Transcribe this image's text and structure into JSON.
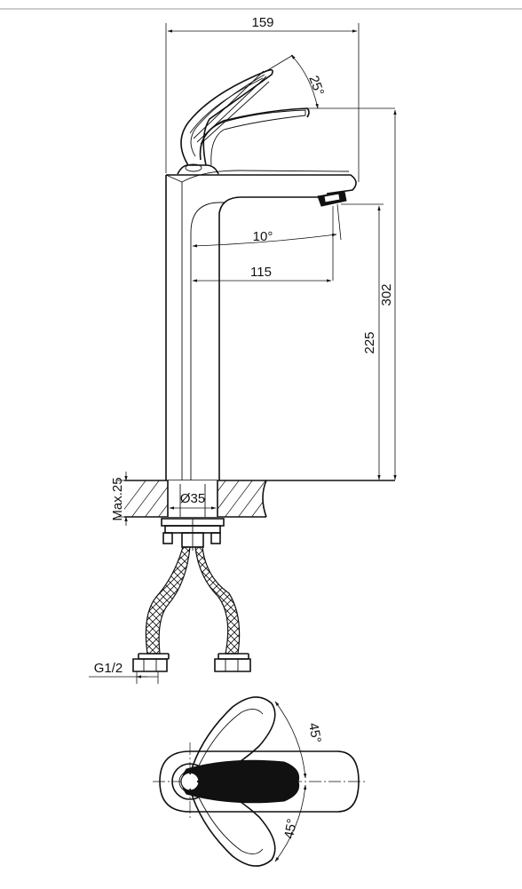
{
  "dimensions": {
    "overall_width": "159",
    "handle_angle": "25°",
    "spout_angle": "10°",
    "spout_reach": "115",
    "total_height": "302",
    "spout_height": "225",
    "base_diameter": "Ø35",
    "max_thickness": "Max.25",
    "thread": "G1/2",
    "rotation_left": "45°",
    "rotation_right": "45°"
  }
}
